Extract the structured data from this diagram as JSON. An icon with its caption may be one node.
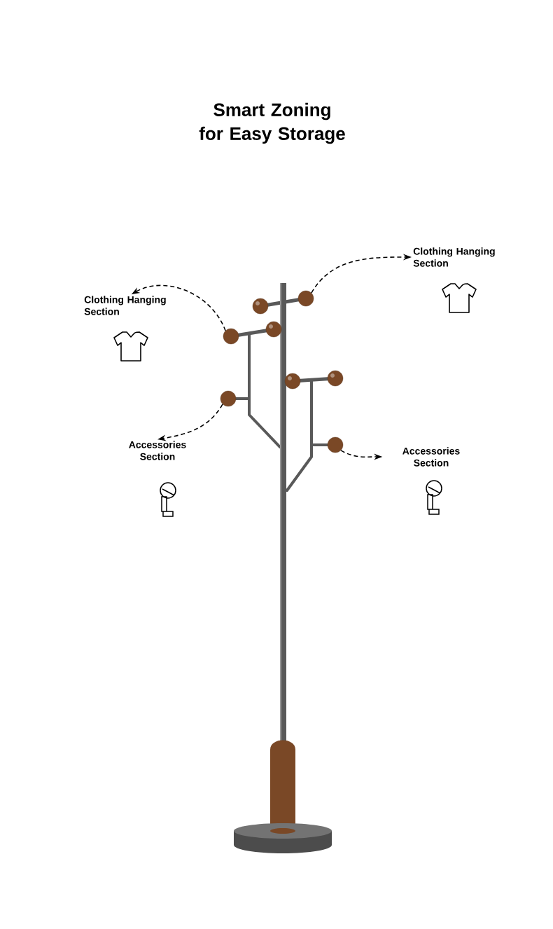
{
  "diagram": {
    "title": "Smart Zoning for Easy Storage",
    "nodes": [
      {
        "text": [
          "Clothing Hanging Section"
        ]
      },
      {
        "text": [
          "Clothing Hanging Section"
        ]
      },
      {
        "text": [
          "Accessories Section"
        ]
      },
      {
        "text": [
          "Accessories Section"
        ]
      },
      {
        "text": [],
        "shape": "circle"
      },
      {
        "text": [],
        "shape": "circle"
      },
      {
        "text": [],
        "shape": "circle"
      },
      {
        "text": [],
        "shape": "circle"
      }
    ],
    "edges": [
      {
        "from": 5,
        "to": 0,
        "arrow": "to",
        "style": "dashed"
      },
      {
        "from": 4,
        "to": 1,
        "arrow": "to",
        "style": "dashed"
      },
      {
        "from": 6,
        "to": 2,
        "arrow": "to",
        "style": "dashed"
      },
      {
        "from": 7,
        "to": 3,
        "arrow": "to",
        "style": "dashed"
      }
    ]
  }
}
